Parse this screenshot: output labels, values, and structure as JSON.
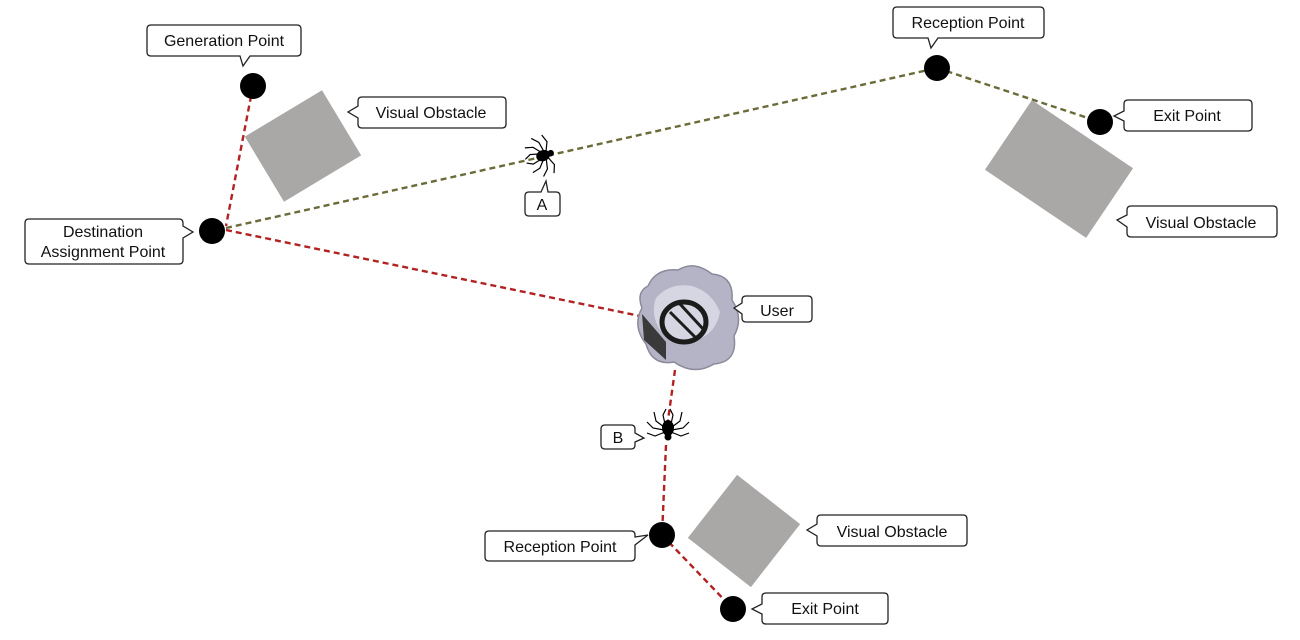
{
  "labels": {
    "generation_point": "Generation Point",
    "reception_point_top": "Reception Point",
    "exit_point_top": "Exit Point",
    "destination_line1": "Destination",
    "destination_line2": "Assignment Point",
    "visual_obstacle_1": "Visual Obstacle",
    "visual_obstacle_2": "Visual Obstacle",
    "visual_obstacle_3": "Visual Obstacle",
    "user": "User",
    "spider_a": "A",
    "spider_b": "B",
    "reception_point_bottom": "Reception Point",
    "exit_point_bottom": "Exit Point"
  },
  "colors": {
    "path_red": "#b22222",
    "path_green": "#6b6b3a",
    "node": "#000000",
    "obstacle": "#aaa7a7",
    "callout_border": "#222222",
    "user_cloud": "#a9a9bb"
  },
  "icons": {
    "spider": "spider-icon",
    "user": "user-avatar-icon",
    "node": "waypoint-dot"
  }
}
